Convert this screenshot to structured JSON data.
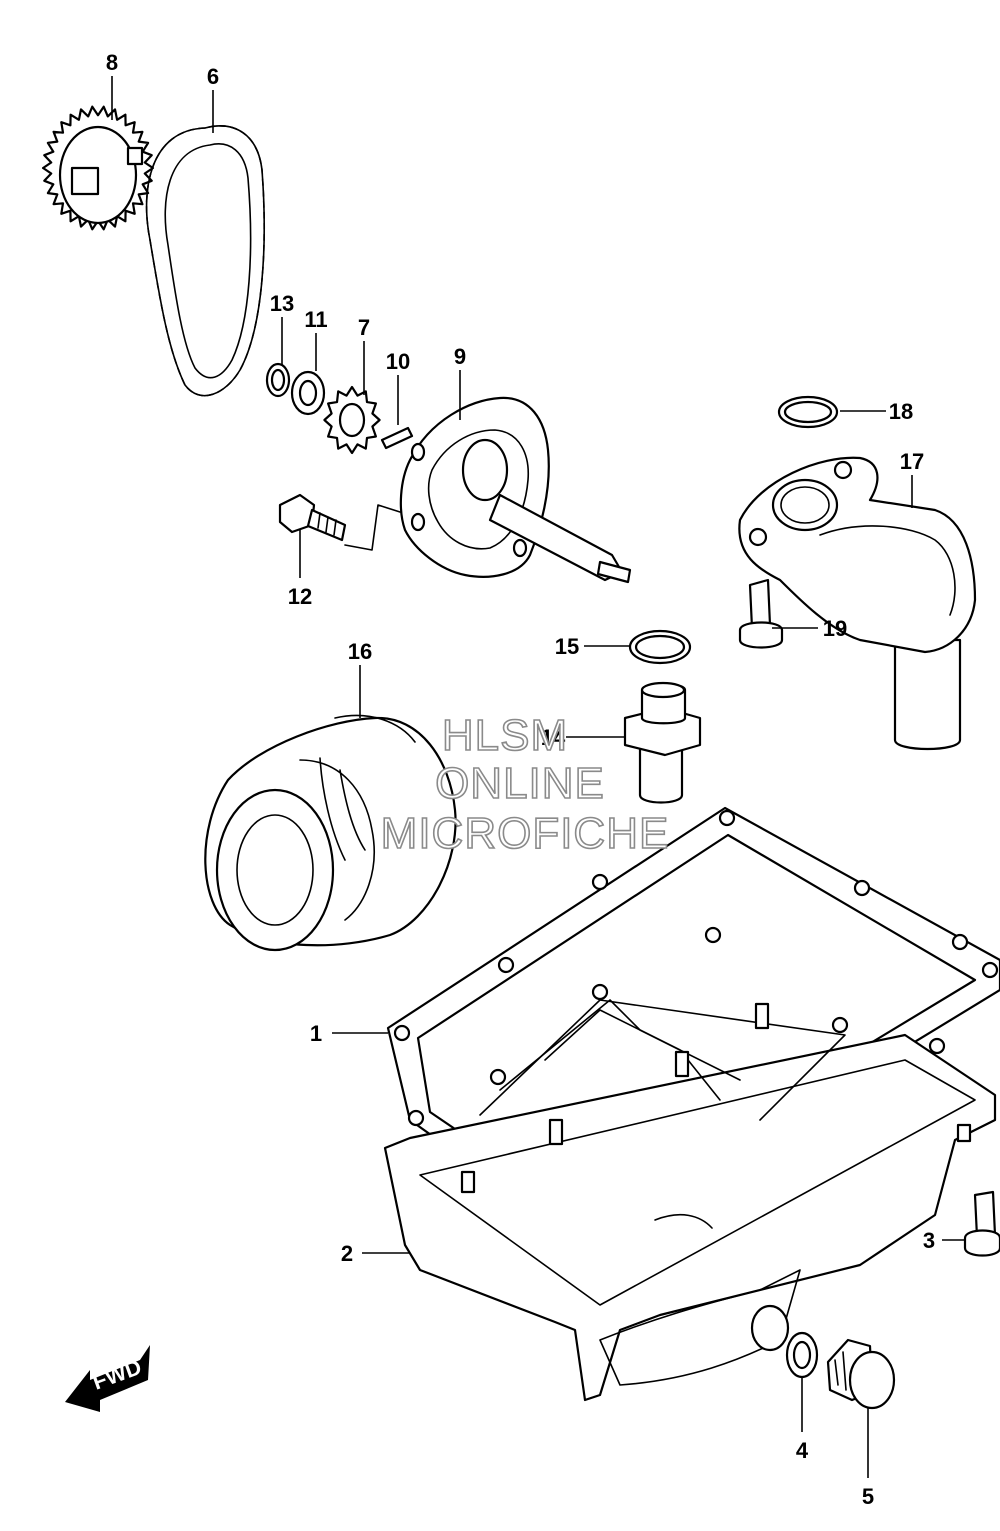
{
  "callouts": [
    {
      "id": "c1",
      "label": "1"
    },
    {
      "id": "c2",
      "label": "2"
    },
    {
      "id": "c3",
      "label": "3"
    },
    {
      "id": "c4",
      "label": "4"
    },
    {
      "id": "c5",
      "label": "5"
    },
    {
      "id": "c6",
      "label": "6"
    },
    {
      "id": "c7",
      "label": "7"
    },
    {
      "id": "c8",
      "label": "8"
    },
    {
      "id": "c9",
      "label": "9"
    },
    {
      "id": "c10",
      "label": "10"
    },
    {
      "id": "c11",
      "label": "11"
    },
    {
      "id": "c12",
      "label": "12"
    },
    {
      "id": "c13",
      "label": "13"
    },
    {
      "id": "c14",
      "label": "14"
    },
    {
      "id": "c15",
      "label": "15"
    },
    {
      "id": "c16",
      "label": "16"
    },
    {
      "id": "c17",
      "label": "17"
    },
    {
      "id": "c18",
      "label": "18"
    },
    {
      "id": "c19",
      "label": "19"
    }
  ],
  "watermark": {
    "line1": "HLSM",
    "line2": "ONLINE",
    "line3": "MICROFICHE"
  },
  "fwd_label": "FWD",
  "colors": {
    "line": "#000000",
    "watermark_outline": "#8a8a8a",
    "background": "#ffffff"
  }
}
